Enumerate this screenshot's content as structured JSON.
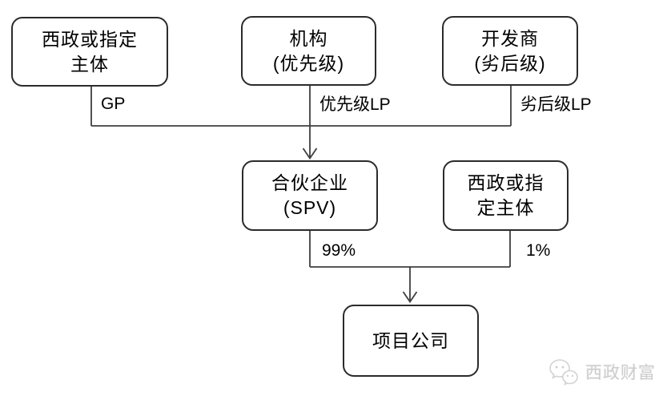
{
  "diagram": {
    "nodes": {
      "gp_entity": {
        "line1": "西政或指定",
        "line2": "主体"
      },
      "institution": {
        "line1": "机构",
        "line2": "(优先级)"
      },
      "developer": {
        "line1": "开发商",
        "line2": "(劣后级)"
      },
      "spv": {
        "line1": "合伙企业",
        "line2": "(SPV)"
      },
      "designated_entity": {
        "line1": "西政或指",
        "line2": "定主体"
      },
      "project_company": {
        "line1": "项目公司"
      }
    },
    "edge_labels": {
      "gp": "GP",
      "senior_lp": "优先级LP",
      "junior_lp": "劣后级LP",
      "spv_share": "99%",
      "entity_share": "1%"
    }
  },
  "watermark": {
    "brand": "西政财富",
    "icon": "wechat-logo"
  },
  "colors": {
    "line": "#3f3f3f",
    "box_border": "#2b2b2b",
    "text": "#000000",
    "watermark": "#cccccc"
  }
}
